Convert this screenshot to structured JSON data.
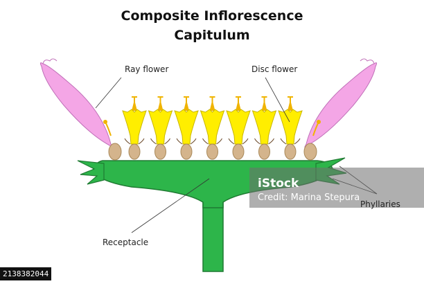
{
  "title_line1": "Composite Inflorescence",
  "title_line2": "Capitulum",
  "labels": {
    "ray_flower": "Ray flower",
    "disc_flower": "Disc flower",
    "receptacle": "Receptacle",
    "phyllaries": "Phyllaries"
  },
  "watermark": {
    "logo": "iStock",
    "credit": "Credit: Marina Stepura"
  },
  "stock_id": "2138382044",
  "colors": {
    "receptacle": "#2db54a",
    "receptacle_outline": "#1f7a32",
    "ray_petal": "#f4a6e6",
    "disc_flower": "#ffee00",
    "disc_outline": "#c8b400",
    "ovary": "#d4b48c",
    "stamen": "#f0b400"
  },
  "disc_flower_count": 7
}
